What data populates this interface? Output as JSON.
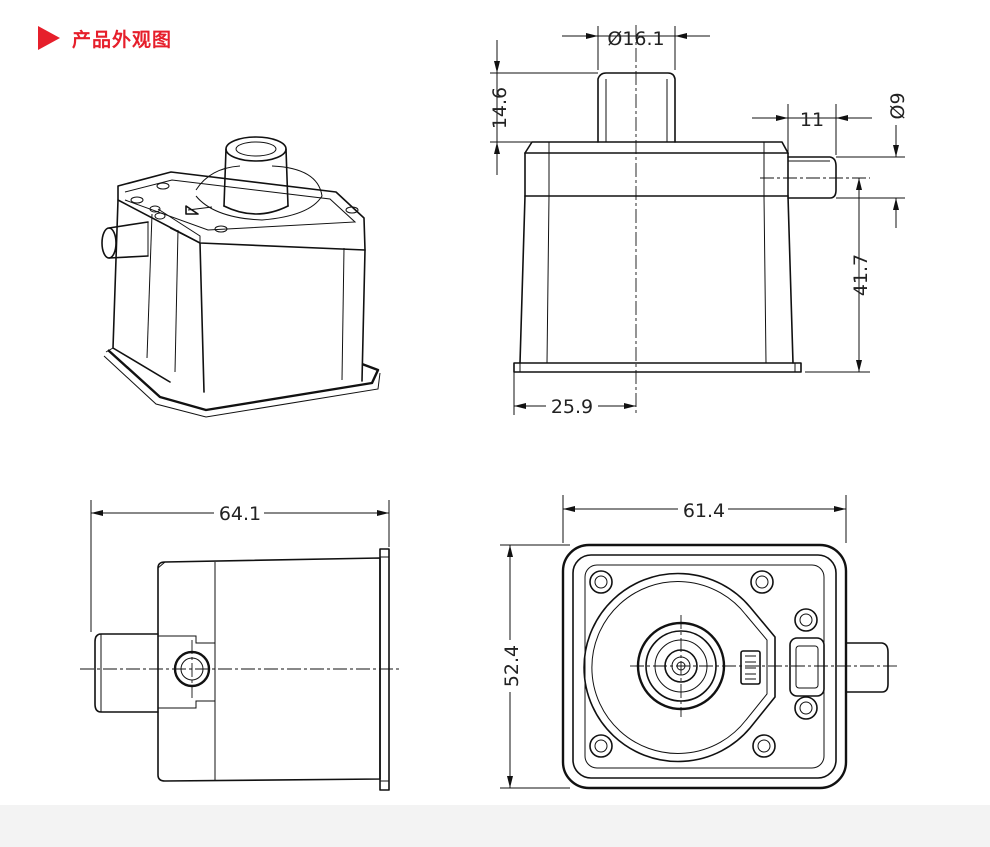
{
  "header": {
    "title": "产品外观图",
    "accent_color": "#e61f2b"
  },
  "dimensions": {
    "inlet_diameter": "Ø16.1",
    "inlet_height": "14.6",
    "outlet_length": "11",
    "outlet_diameter": "Ø9",
    "outlet_height": "41.7",
    "half_width": "25.9",
    "side_length": "64.1",
    "top_width": "61.4",
    "top_depth": "52.4"
  }
}
